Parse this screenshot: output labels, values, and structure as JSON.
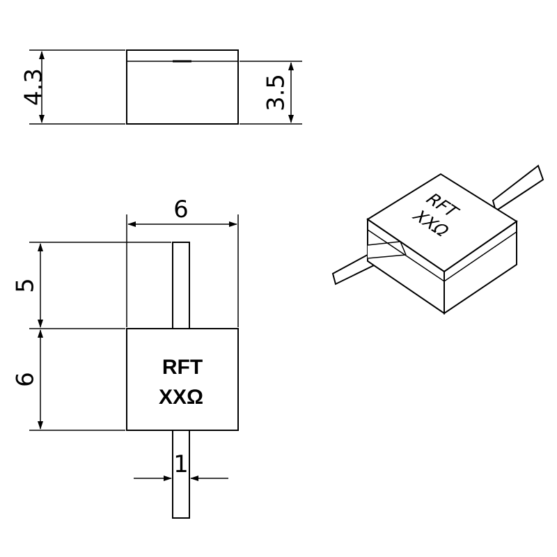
{
  "dimensions": {
    "side_height": "4.3",
    "body_height": "3.5",
    "width": "6",
    "lead_length": "5",
    "body_length": "6",
    "lead_width": "1"
  },
  "marking": {
    "line1": "RFT",
    "line2": "XXΩ"
  },
  "iso_marking": {
    "line1": "RFT",
    "line2": "XXΩ"
  }
}
